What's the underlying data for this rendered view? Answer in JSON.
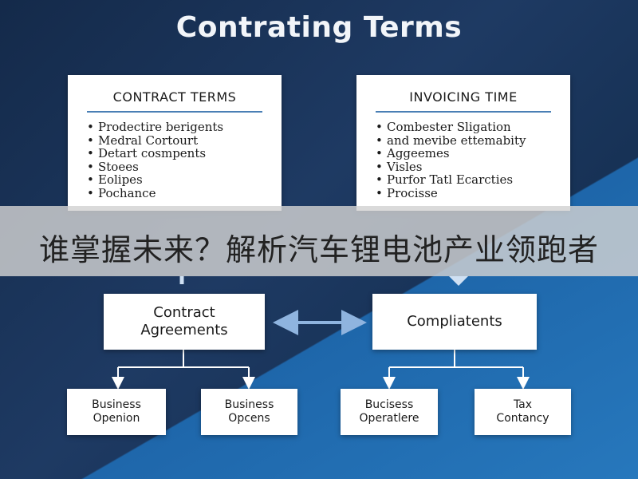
{
  "title": "Contrating Terms",
  "banner": "谁掌握未来？解析汽车锂电池产业领跑者",
  "left_card": {
    "heading": "CONTRACT TERMS",
    "items": [
      "Prodectire berigents",
      "Medral Cortourt",
      "Detart cosmpents",
      "Stoees",
      "Eolipes",
      "Pochance"
    ]
  },
  "right_card": {
    "heading": "INVOICING TIME",
    "items": [
      "Combester Sligation",
      "and mevibe ettemabity",
      "Aggeemes",
      "Visles",
      "Purfor Tatl Ecarcties",
      "Procisse"
    ]
  },
  "mid_left": "Contract\nAgreements",
  "mid_right": "Compliatents",
  "bottom": [
    "Business\nOpenion",
    "Business\nOpcens",
    "Bucisess\nOperatlere",
    "Tax\nContancy"
  ],
  "colors": {
    "connector": "#ffffff",
    "double_arrow": "#8fb4df",
    "accent_rule": "#4a7fb5"
  }
}
